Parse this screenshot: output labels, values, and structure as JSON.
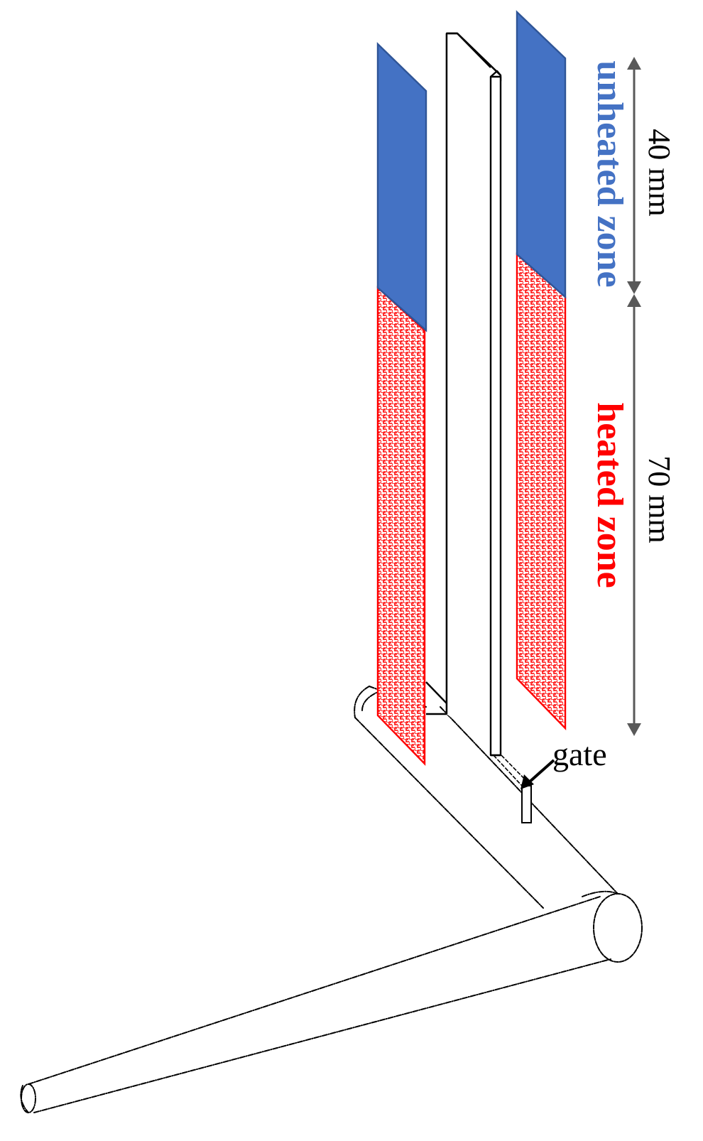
{
  "labels": {
    "unheated_zone": "unheated zone",
    "heated_zone": "heated zone",
    "unheated_length": "40 mm",
    "heated_length": "70 mm",
    "gate": "gate"
  },
  "colors": {
    "unheated": "#4472C4",
    "unheated_edge": "#2F5597",
    "heated": "#FF0000",
    "heated_pattern_bg": "#FFFFFF",
    "outline": "#000000",
    "dimension": "#595959"
  }
}
